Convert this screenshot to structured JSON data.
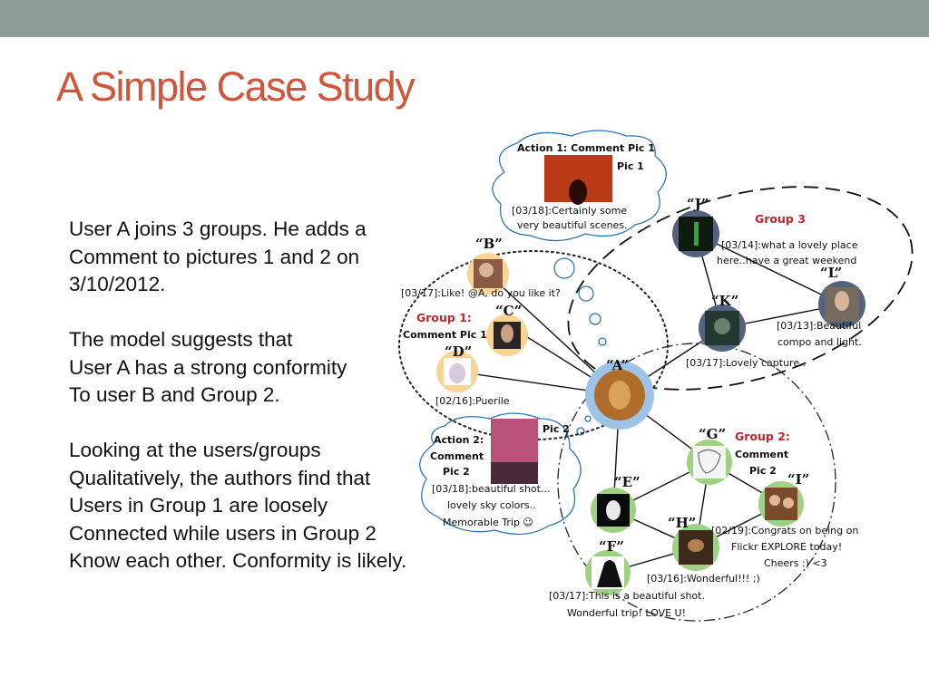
{
  "slide": {
    "title": "A Simple Case Study",
    "body": [
      [
        "User A joins 3 groups.  He adds a",
        "Comment to pictures 1 and 2 on",
        "3/10/2012."
      ],
      [
        "The model suggests that",
        "User A has a strong conformity",
        "To user B and Group 2."
      ],
      [
        "Looking at the users/groups",
        "Qualitatively, the authors find that",
        "Users in Group 1 are loosely",
        "Connected while users in Group 2",
        "Know each other. Conformity is likely."
      ]
    ]
  },
  "diagram": {
    "action1": {
      "heading": "Action 1: Comment Pic 1",
      "pic": "Pic 1",
      "comment": [
        "[03/18]:Certainly some",
        "very beautiful scenes."
      ]
    },
    "action2": {
      "label": [
        "Action 2:",
        "Comment",
        "Pic 2"
      ],
      "pic": "Pic 2",
      "comment": [
        "[03/18]:beautiful shot...",
        "lovely sky colors..",
        "Memorable Trip ☺"
      ]
    },
    "group1": {
      "name": "Group 1:",
      "sub": "Comment Pic 1"
    },
    "group2": {
      "name": "Group 2:",
      "sub": [
        "Comment",
        "Pic 2"
      ]
    },
    "group3": {
      "name": "Group 3"
    },
    "nodes": {
      "A": {
        "label": "“A”",
        "color": "#9dc3e6"
      },
      "B": {
        "label": "“B”",
        "color": "#fad493",
        "comment": "[03/17]:Like! @A, do you like it?"
      },
      "C": {
        "label": "“C”",
        "color": "#fad493"
      },
      "D": {
        "label": "“D”",
        "color": "#fad493",
        "comment": "[02/16]:Puerile"
      },
      "E": {
        "label": "“E”",
        "color": "#9fd184"
      },
      "F": {
        "label": "“F”",
        "color": "#9fd184",
        "comment": [
          "[03/17]:This is a beautiful shot.",
          "Wonderful trip! LOVE U!"
        ]
      },
      "G": {
        "label": "“G”",
        "color": "#9fd184"
      },
      "H": {
        "label": "“H”",
        "color": "#9fd184",
        "comment": "[03/16]:Wonderful!!! ;)"
      },
      "I": {
        "label": "“I”",
        "color": "#9fd184",
        "comment": [
          "[02/19]:Congrats on being on",
          "Flickr EXPLORE today!",
          "Cheers :) <3"
        ]
      },
      "J": {
        "label": "“J”",
        "color": "#55627e",
        "comment": [
          "[03/14]:what a lovely place",
          "here..have a great weekend"
        ]
      },
      "K": {
        "label": "“K”",
        "color": "#55627e",
        "comment": "[03/17]:Lovely capture.."
      },
      "L": {
        "label": "“L”",
        "color": "#55627e",
        "comment": [
          "[03/13]:Beautiful",
          "compo and light."
        ]
      }
    }
  }
}
